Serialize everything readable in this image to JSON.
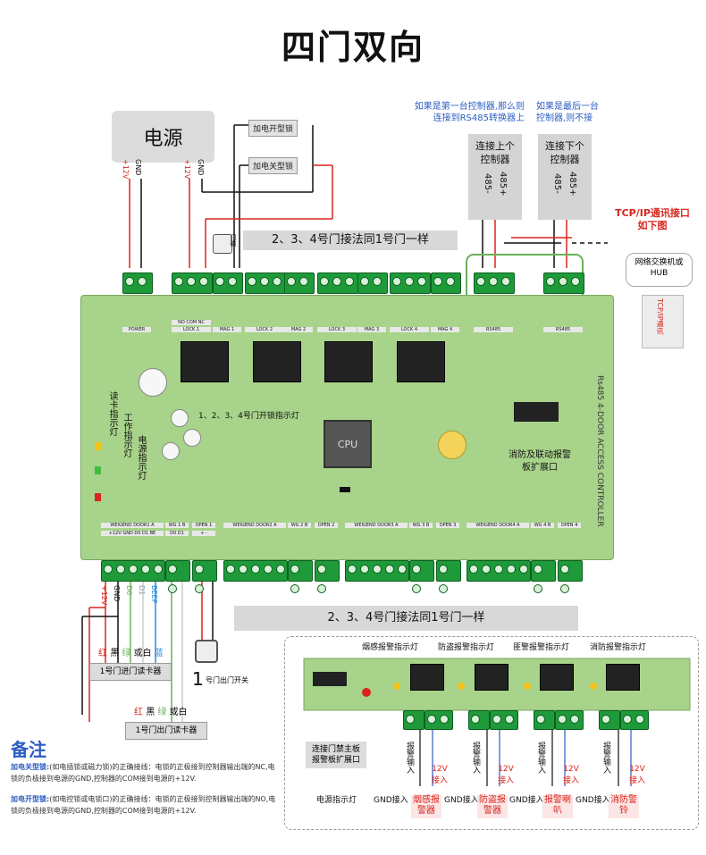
{
  "title": "四门双向",
  "power": {
    "label": "电源",
    "pin1": "+12V",
    "pin2": "GND",
    "pin3": "+12V",
    "pin4": "GND"
  },
  "lock_types": {
    "no_lock": "加电开型锁",
    "nc_lock": "加电关型锁"
  },
  "door_sensor": "门磁",
  "rs485_notes": {
    "first": "如果是第一台控制器,那么则连接到RS485转换器上",
    "last": "如果是最后一台控制器,则不接"
  },
  "controllers": {
    "prev": "连接上个控制器",
    "next": "连接下个控制器",
    "pin_minus": "485-",
    "pin_plus": "485+"
  },
  "tcp": {
    "title": "TCP/IP通讯接口",
    "subtitle": "如下图",
    "switch": "网络交换机或HUB",
    "cable": "TCP/IP通讯"
  },
  "band_top": "2、3、4号门接法同1号门一样",
  "band_bottom": "2、3、4号门接法同1号门一样",
  "board": {
    "top_terminals": [
      "POWER",
      "LOCK 1",
      "MAG 1",
      "LOCK 2",
      "MAG 2",
      "LOCK 3",
      "MAG 3",
      "LOCK 4",
      "MAG 4",
      "RS485",
      "RS485"
    ],
    "lock_pins": "NO COM NC",
    "lock_indicator": "1、2、3、4号门开锁指示灯",
    "cpu": "CPU",
    "side_label": "Rs485 4-DOOR ACCESS CONTROLLER",
    "card_light": "读卡指示灯",
    "work_light": "工作指示灯",
    "power_light": "电源指示灯",
    "fire_port": "消防及联动报警板扩展口",
    "bottom_groups": [
      {
        "weigand": "WEIGEND DOOR1 A",
        "wg": "WG 1 B",
        "open": "OPEN 1"
      },
      {
        "weigand": "WEIGEND DOOR2 A",
        "wg": "WG 2 B",
        "open": "OPEN 2"
      },
      {
        "weigand": "WEIGEND DOOR3 A",
        "wg": "WG 3 B",
        "open": "OPEN 3"
      },
      {
        "weigand": "WEIGEND DOOR4 A",
        "wg": "WG 4 B",
        "open": "OPEN 4"
      }
    ],
    "weigand_pins": "+12V GND D0 D1 BE",
    "wg_pins": "D0 D1",
    "open_pins": "+ -"
  },
  "wires": {
    "w12v": "+12V",
    "gnd": "GND",
    "d0": "D0",
    "d1": "D1",
    "beep": "BEEP"
  },
  "reader_in": {
    "label": "1号门进门读卡器",
    "red": "红",
    "black": "黑",
    "green": "绿",
    "or_white": "或白",
    "blue": "蓝"
  },
  "reader_out": {
    "label": "1号门出门读卡器",
    "red": "红",
    "black": "黑",
    "green": "绿",
    "or_white": "或白"
  },
  "exit_button": {
    "num": "1",
    "label": "号门出门开关"
  },
  "alarm": {
    "smoke_light": "烟感报警指示灯",
    "theft_light": "防盗报警指示灯",
    "bandit_light": "匪警报警指示灯",
    "fire_light": "消防报警指示灯",
    "expansion_port": "连接门禁主板报警板扩展口",
    "power_light": "电源指示灯",
    "alarm_input": "报警输入",
    "v12_in": "12V接入",
    "gnd_in": "GND接入",
    "devices": [
      "烟感报警器",
      "防盗报警器",
      "报警喇叭",
      "消防警铃"
    ]
  },
  "notes": {
    "title": "备注",
    "nc_head": "加电关型锁:",
    "nc_text": "(如电插锁或磁力锁)的正确接线：电锁的正极接到控制器输出端的NC,电锁的负极接到电源的GND,控制器的COM接到电源的+12V.",
    "no_head": "加电开型锁:",
    "no_text": "(如电控锁或电锁口)的正确接线：电锁的正极接到控制器输出端的NO,电锁的负极接到电源的GND,控制器的COM接到电源的+12V."
  },
  "colors": {
    "board": "#a8d38a",
    "terminal": "#1f9a3a",
    "red": "#d8261e",
    "blue": "#2a5cc4"
  }
}
